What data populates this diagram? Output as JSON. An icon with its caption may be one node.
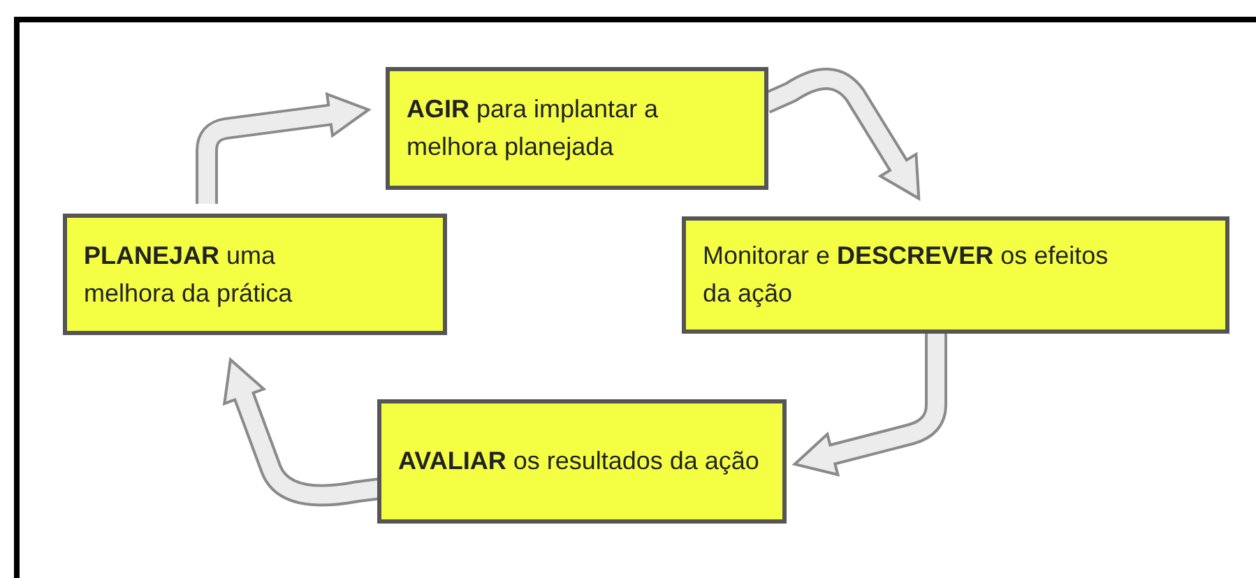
{
  "diagram": {
    "nodes": [
      {
        "text": [
          "**AGIR** para implantar a melhora planejada"
        ]
      },
      {
        "text": [
          "Monitorar e **DESCREVER** os efeitos da ação"
        ]
      },
      {
        "text": [
          "**AVALIAR** os resultados da ação"
        ]
      },
      {
        "text": [
          "**PLANEJAR** uma melhora da prática"
        ]
      }
    ],
    "edges": [
      {
        "from": 3,
        "to": 0,
        "arrow": "to"
      },
      {
        "from": 0,
        "to": 1,
        "arrow": "to"
      },
      {
        "from": 1,
        "to": 2,
        "arrow": "to"
      },
      {
        "from": 2,
        "to": 3,
        "arrow": "to"
      }
    ]
  }
}
